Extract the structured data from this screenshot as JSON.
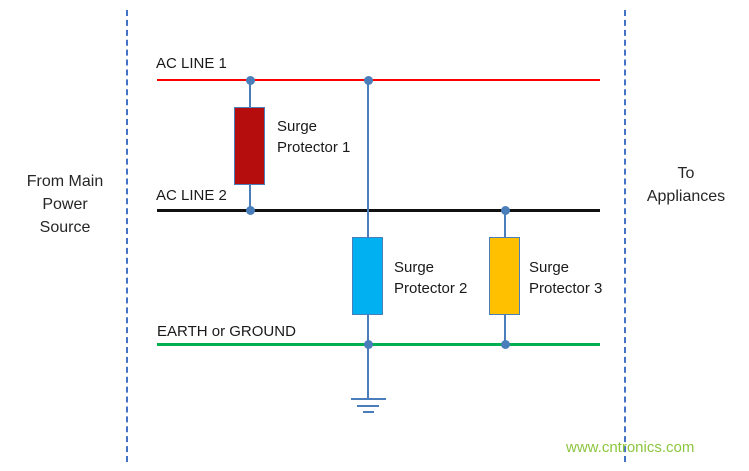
{
  "side_labels": {
    "left": "From Main\nPower\nSource",
    "right": "To\nAppliances"
  },
  "power_lines": [
    {
      "label": "AC LINE 1",
      "color": "#FE0000"
    },
    {
      "label": "AC LINE 2",
      "color": "#111111"
    },
    {
      "label": "EARTH or GROUND",
      "color": "#00B050"
    }
  ],
  "protectors": [
    {
      "label": "Surge\nProtector 1",
      "color": "#B50D0D"
    },
    {
      "label": "Surge\nProtector 2",
      "color": "#00B0F0"
    },
    {
      "label": "Surge\nProtector 3",
      "color": "#FFC000"
    }
  ],
  "connector_color": "#4A7EBB",
  "boundary_color": "#4472C4",
  "watermark": {
    "text": "www.cntronics.com",
    "color": "#8CC63F"
  }
}
